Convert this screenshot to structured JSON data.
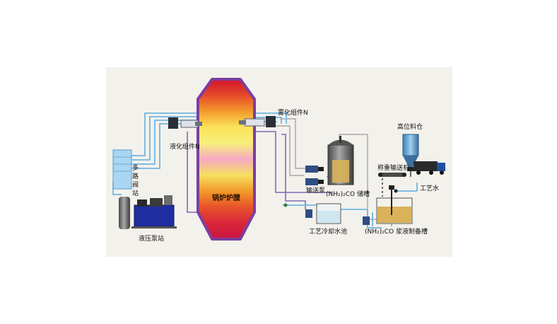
{
  "diagram": {
    "furnace_label": "锅炉炉膛",
    "labels": {
      "atomizer": "雾化组件N",
      "liquefier": "液化组件N",
      "manifold": "多路阀站",
      "hydraulic_station": "液压泵站",
      "transfer_pump": "输送泵",
      "storage_tank": "(NH₂)₂CO 储槽",
      "cooling_pool": "工艺冷却水池",
      "slurry_tank": "(NH₂)₂CO 浆液制备槽",
      "hopper": "高位料仓",
      "weigh_conveyor": "称重输送机",
      "process_water": "工艺水"
    },
    "colors": {
      "panel": "#f3f1ec",
      "furnace_border": "#7a3fa0",
      "pipe_blue": "#6fb7e0",
      "pipe_purple": "#7e6ab8",
      "pipe_grey": "#9a9a9a",
      "slurry": "#d9b25a"
    },
    "furnace_bands": [
      "#d2122b",
      "#e64a2a",
      "#f39a2c",
      "#fbe35a",
      "#f6ef7a",
      "#f7a9c4",
      "#f5e060",
      "#f29a2a",
      "#e8522a",
      "#d8263a",
      "#cc1440"
    ]
  }
}
